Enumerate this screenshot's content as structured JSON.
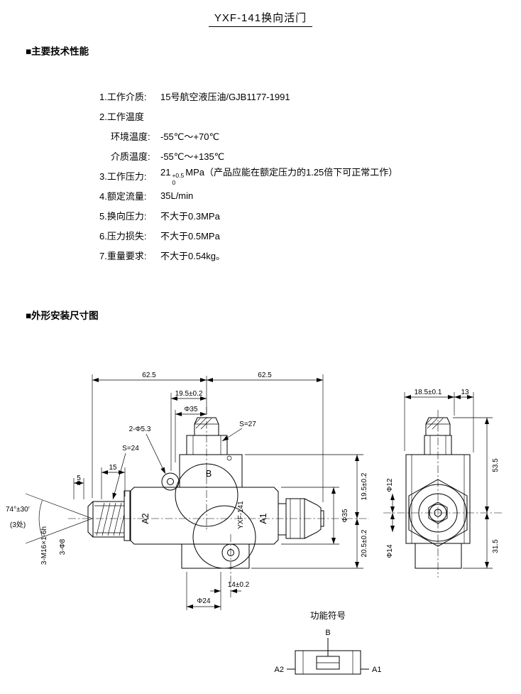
{
  "page": {
    "title": "YXF-141换向活门"
  },
  "performance": {
    "heading": "■主要技术性能",
    "items": [
      {
        "label": "1.工作介质:",
        "value": "15号航空液压油/GJB1177-1991"
      },
      {
        "label": "2.工作温度",
        "value": ""
      },
      {
        "label": "环境温度:",
        "value": "-55℃～+70℃"
      },
      {
        "label": "介质温度:",
        "value": "-55℃～+135℃"
      },
      {
        "label": "3.工作压力:",
        "value": "21"
      },
      {
        "label": "4.额定流量:",
        "value": "35L/min"
      },
      {
        "label": "5.换向压力:",
        "value": "不大于0.3MPa"
      },
      {
        "label": "6.压力损失:",
        "value": "不大于0.5MPa"
      },
      {
        "label": "7.重量要求:",
        "value": "不大于0.54kg。"
      }
    ],
    "pressure_tol_upper": "+0.5",
    "pressure_tol_lower": "0",
    "pressure_suffix": "MPa（产品应能在额定压力的1.25倍下可正常工作）"
  },
  "outline": {
    "heading": "■外形安装尺寸图"
  },
  "drawing": {
    "front": {
      "dim_62_5_left": "62.5",
      "dim_62_5_right": "62.5",
      "dim_19_5_top": "19.5±0.2",
      "dim_phi35_top": "Φ35",
      "s27": "S=27",
      "holes_2_phi53": "2-Φ5.3",
      "s24": "S=24",
      "dim_15": "15",
      "dim_5": "5",
      "angle": "74°±30′",
      "angle_note": "(3处)",
      "ports_3_phi8": "3-Φ8",
      "thread_3_m16": "3-M16×1-6h",
      "label_a2": "A2",
      "label_b": "B",
      "label_a1": "A1",
      "model": "YXF-141",
      "dim_phi35_right": "Φ35",
      "dim_19_5_right": "19.5±0.2",
      "dim_20_5_right": "20.5±0.2",
      "dim_14_bottom": "14±0.2",
      "dim_phi24_bottom": "Φ24"
    },
    "side": {
      "dim_18_5": "18.5±0.1",
      "dim_13": "13",
      "dim_phi12": "Φ12",
      "dim_phi14": "Φ14",
      "dim_53_5": "53.5",
      "dim_31_5": "31.5"
    },
    "symbol": {
      "title": "功能符号",
      "b": "B",
      "a2": "A2",
      "a1": "A1"
    }
  }
}
